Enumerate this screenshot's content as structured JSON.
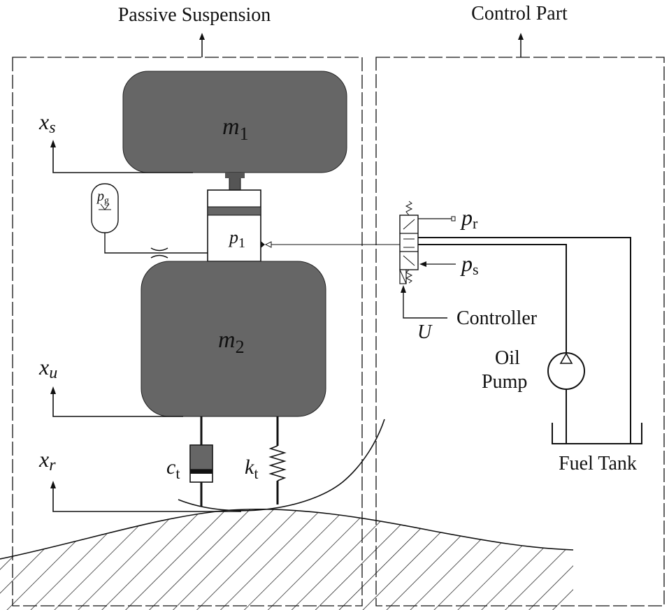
{
  "headings": {
    "passive": "Passive Suspension",
    "control": "Control Part"
  },
  "masses": {
    "m1_base": "m",
    "m1_sub": "1",
    "m2_base": "m",
    "m2_sub": "2"
  },
  "displacements": {
    "xs_base": "x",
    "xs_sub": "s",
    "xu_base": "x",
    "xu_sub": "u",
    "xr_base": "x",
    "xr_sub": "r"
  },
  "accumulator": {
    "base": "p",
    "sub": "g"
  },
  "actuator": {
    "base": "p",
    "sub": "1"
  },
  "tire": {
    "damper_base": "c",
    "damper_sub": "t",
    "spring_base": "k",
    "spring_sub": "t"
  },
  "valve": {
    "pr_base": "p",
    "pr_sub": "r",
    "ps_base": "p",
    "ps_sub": "s",
    "controller": "Controller",
    "input": "U"
  },
  "pump": {
    "line1": "Oil",
    "line2": "Pump"
  },
  "tank": {
    "label": "Fuel Tank"
  },
  "colors": {
    "mass_fill": "#666666",
    "line": "#111111"
  }
}
